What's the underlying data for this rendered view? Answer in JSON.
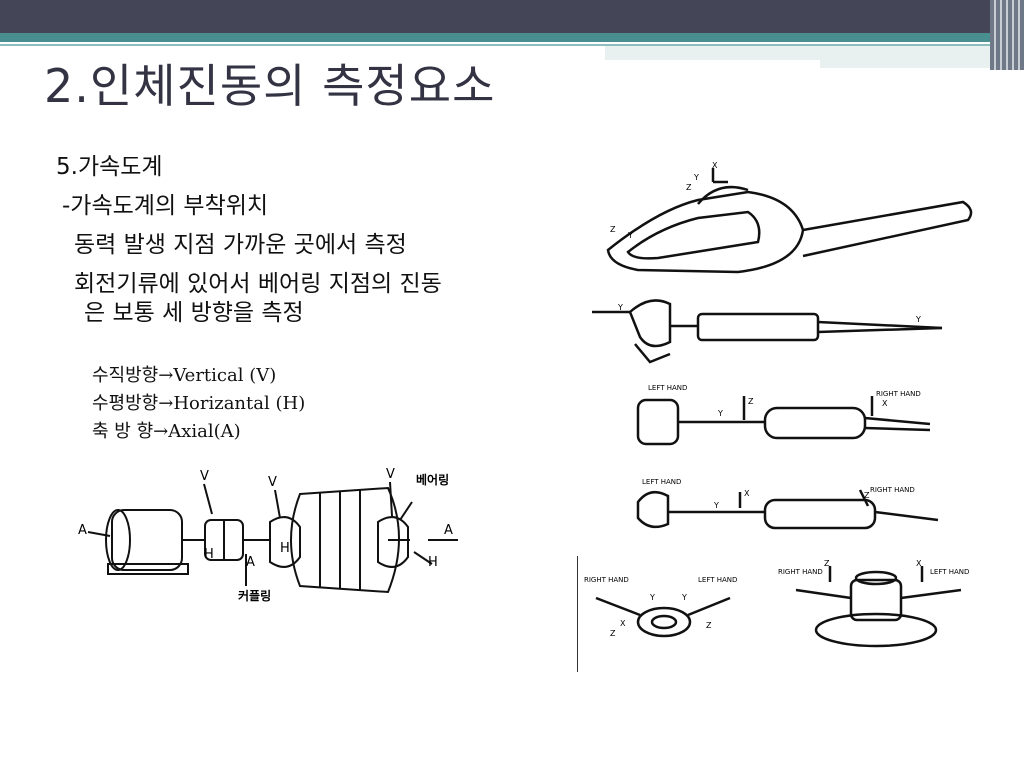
{
  "slide": {
    "title": "2.인체진동의 측정요소",
    "body": {
      "heading": "5.가속도계",
      "line1": "-가속도계의 부착위치",
      "line2": "동력 발생 지점 가까운 곳에서 측정",
      "line3": "회전기류에 있어서 베어링 지점의 진동",
      "line4": "은 보통 세 방향을 측정"
    },
    "direction_legend": [
      {
        "text": "수직방향→Vertical (V)"
      },
      {
        "text": "수평방향→Horizantal (H)"
      },
      {
        "text": "축 방 향→Axial(A)"
      }
    ],
    "machine_diagram": {
      "label_bearing": "베어링",
      "label_coupling": "커플링",
      "v": "V",
      "h": "H",
      "a": "A"
    },
    "tool_diagrams": {
      "left_hand": "LEFT HAND",
      "right_hand": "RIGHT HAND",
      "x": "X",
      "y": "Y",
      "z": "Z"
    }
  }
}
